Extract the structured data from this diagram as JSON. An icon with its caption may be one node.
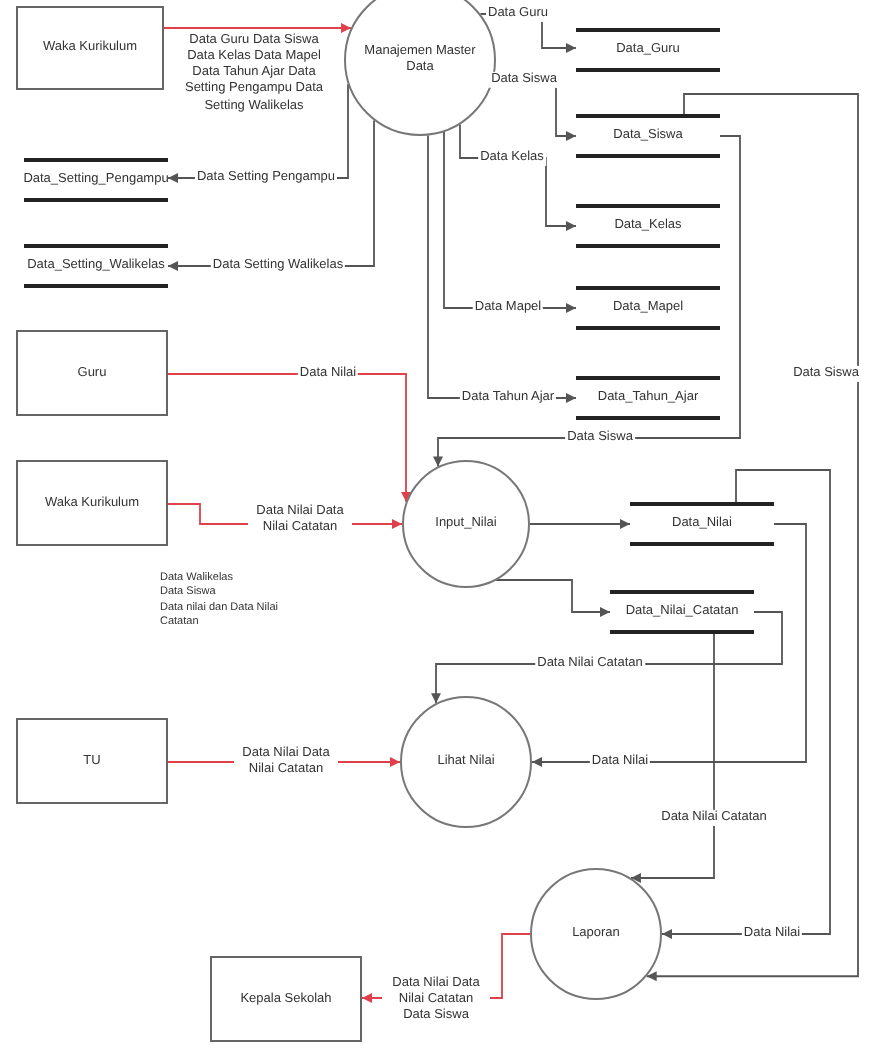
{
  "diagram": {
    "nodes": [
      {
        "text": [
          "Waka Kurikulum"
        ]
      },
      {
        "text": [
          "Manajemen Master Data"
        ]
      },
      {
        "text": [
          "Data_Guru"
        ]
      },
      {
        "text": [
          "Data_Siswa"
        ]
      },
      {
        "text": [
          "Data_Kelas"
        ]
      },
      {
        "text": [
          "Data_Mapel"
        ]
      },
      {
        "text": [
          "Data_Tahun_Ajar"
        ]
      },
      {
        "text": [
          "Data_Setting_Pengampu"
        ]
      },
      {
        "text": [
          "Data_Setting_Walikelas"
        ]
      },
      {
        "text": [
          "Guru"
        ]
      },
      {
        "text": [
          "Waka Kurikulum"
        ]
      },
      {
        "text": [
          "Input_Nilai"
        ]
      },
      {
        "text": [
          "Data_Nilai"
        ]
      },
      {
        "text": [
          "Data_Nilai_Catatan"
        ]
      },
      {
        "text": [
          "TU"
        ]
      },
      {
        "text": [
          "Lihat Nilai"
        ]
      },
      {
        "text": [
          "Laporan"
        ]
      },
      {
        "text": [
          "Kepala Sekolah"
        ]
      }
    ],
    "edges": [
      {
        "from": 0,
        "to": 1,
        "arrow": "to",
        "label": "Data Guru Data Siswa Data Kelas Data Mapel Data Tahun Ajar Data Setting Pengampu Data Setting Walikelas",
        "color": "#e0404a"
      },
      {
        "from": 1,
        "to": 2,
        "arrow": "to",
        "label": "Data Guru"
      },
      {
        "from": 1,
        "to": 3,
        "arrow": "to",
        "label": "Data Siswa"
      },
      {
        "from": 1,
        "to": 4,
        "arrow": "to",
        "label": "Data Kelas"
      },
      {
        "from": 1,
        "to": 5,
        "arrow": "to",
        "label": "Data Mapel"
      },
      {
        "from": 1,
        "to": 6,
        "arrow": "to",
        "label": "Data Tahun Ajar"
      },
      {
        "from": 1,
        "to": 7,
        "arrow": "to",
        "label": "Data Setting Pengampu"
      },
      {
        "from": 1,
        "to": 8,
        "arrow": "to",
        "label": "Data Setting Walikelas"
      },
      {
        "from": 9,
        "to": 11,
        "arrow": "to",
        "label": "Data Nilai",
        "color": "#e0404a"
      },
      {
        "from": 10,
        "to": 11,
        "arrow": "to",
        "label": "Data Nilai Data Nilai Catatan",
        "color": "#e0404a"
      },
      {
        "from": 3,
        "to": 11,
        "arrow": "to",
        "label": "Data Siswa"
      },
      {
        "from": 3,
        "to": 16,
        "arrow": "to",
        "label": "Data Siswa"
      },
      {
        "from": 11,
        "to": 12,
        "arrow": "to"
      },
      {
        "from": 11,
        "to": 13,
        "arrow": "to"
      },
      {
        "from": 13,
        "to": 15,
        "arrow": "to",
        "label": "Data Nilai Catatan"
      },
      {
        "from": 12,
        "to": 15,
        "arrow": "to",
        "label": "Data Nilai"
      },
      {
        "from": 13,
        "to": 16,
        "arrow": "to",
        "label": "Data Nilai Catatan"
      },
      {
        "from": 12,
        "to": 16,
        "arrow": "to",
        "label": "Data Nilai"
      },
      {
        "from": 14,
        "to": 15,
        "arrow": "to",
        "label": "Data Nilai Data Nilai Catatan",
        "color": "#e0404a"
      },
      {
        "from": 16,
        "to": 17,
        "arrow": "to",
        "label": "Data Nilai Data Nilai Catatan Data Siswa",
        "color": "#e0404a"
      }
    ],
    "labels": [
      "Data Walikelas",
      "Data Siswa",
      "Data nilai dan Data Nilai Catatan"
    ]
  }
}
